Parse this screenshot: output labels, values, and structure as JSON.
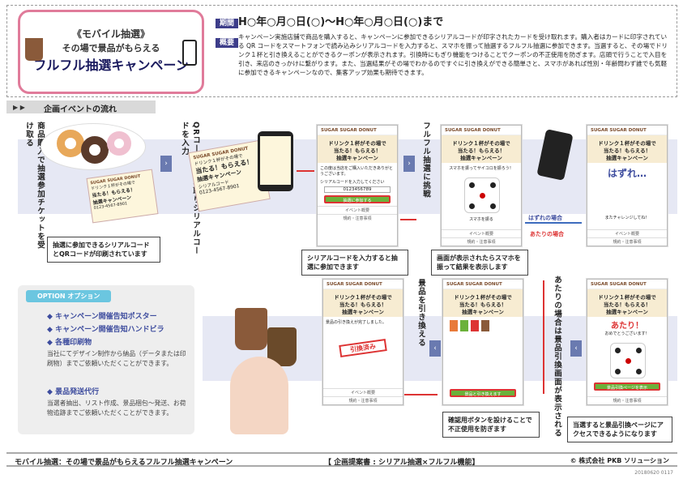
{
  "header": {
    "line1": "《モバイル抽選》",
    "line2": "その場で景品がもらえる",
    "line3": "フルフル抽選キャンペーン",
    "period_label": "期間",
    "overview_label": "概要",
    "period_text": "H○年○月○日(○)〜H○年○月○日(○)まで",
    "description": "キャンペーン実施店舗で商品を購入すると、キャンペーンに参加できるシリアルコードが印字されたカードを受け取れます。購入者はカードに印字されている QR コードをスマートフォンで読み込みシリアルコードを入力すると、スマホを振って抽選するフルフル抽選に参加できます。当選すると、その場でドリンク１杯と引き換えることができるクーポンが表示されます。引換時にもぎり機能をつけることでクーポンの不正使用を防ぎます。店頭で行うことで入目を引き、来店のきっかけに繋がります。また、当選結果がその場でわかるのですぐに引き換えができる簡単さと、スマホがあれば性別・年齢問わず誰でも気軽に参加できるキャンペーンなので、集客アップ効果も期待できます。"
  },
  "section": {
    "title": "企画イベントの流れ",
    "arrows": "▶ ▶"
  },
  "steps": [
    {
      "vlabel": "商品購入で抽選参加チケットを受け取る",
      "callout": "抽選に参加できるシリアルコードとQRコードが印刷されています"
    },
    {
      "vlabel": "QRコードを読み取りシリアルコードを入力",
      "callout": "シリアルコードを入力すると抽選に参加できます"
    },
    {
      "vlabel": "フルフル抽選に挑戦",
      "callout": "画面が表示されたらスマホを振って結果を表示します"
    },
    {
      "vlabel": "あたりの場合は景品引換画面が表示される",
      "callout": "当選すると景品引換ページにアクセスできるようになります"
    },
    {
      "vlabel": "景品を引き換える",
      "callout": "確認用ボタンを設けることで不正使用を防ぎます"
    }
  ],
  "ticket": {
    "brand": "SUGAR SUGAR DONUT",
    "line1": "ドリンク１杯がその場で",
    "line2": "当たる！もらえる！",
    "line3": "抽選キャンペーン",
    "serial_label": "シリアルコード",
    "serial": "0123-4567-8901"
  },
  "phone": {
    "brand": "SUGAR SUGAR DONUT",
    "banner1": "ドリンク１杯がその場で",
    "banner2": "当たる！もらえる！",
    "banner3": "抽選キャンペーン",
    "intro": "この度は当店をご購入いただきありがとうございます。",
    "serial_prompt": "シリアルコードを入力してください",
    "serial_value": "0123456789",
    "start_btn": "抽選に参加する",
    "shake_text": "スマホを振ってサイコロを振ろう！",
    "shake_btn": "スマホを振る",
    "row1": "イベント概要",
    "row2": "規約・注意事項",
    "lose_title": "はずれ…",
    "lose_text": "またチャレンジしてね！",
    "win_title": "あたり！",
    "win_sub": "おめでとうございます！",
    "win_btn": "景品引換ページを表示",
    "redeem_btn": "景品と引き換えます",
    "redeemed_stamp": "引換済み",
    "redeem_text": "景品の引き換えが完了しました。"
  },
  "branch": {
    "lose": "はずれの場合",
    "win": "あたりの場合"
  },
  "option": {
    "tag": "OPTION オプション",
    "items": [
      "キャンペーン開催告知ポスター",
      "キャンペーン開催告知ハンドビラ",
      "各種印刷物"
    ],
    "item3_sub": "当社にてデザイン制作から納品（データまたは印刷物）までご依頼いただくことができます。",
    "item4": "景品発送代行",
    "item4_sub": "当選者抽出、リスト作成、景品梱包〜発送、お荷物追跡までご依頼いただくことができます。"
  },
  "footer": {
    "left": "モバイル抽選：その場で景品がもらえるフルフル抽選キャンペーン",
    "center": "【 企画提案書 : シリアル抽選×フルフル機能】",
    "right": "© 株式会社 PKB ソリューション",
    "code": "20180620 0117"
  },
  "colors": {
    "accent": "#3d3d8a",
    "pink": "#e07b9a",
    "green": "#6bb13a",
    "band": "#e6e8f4"
  }
}
